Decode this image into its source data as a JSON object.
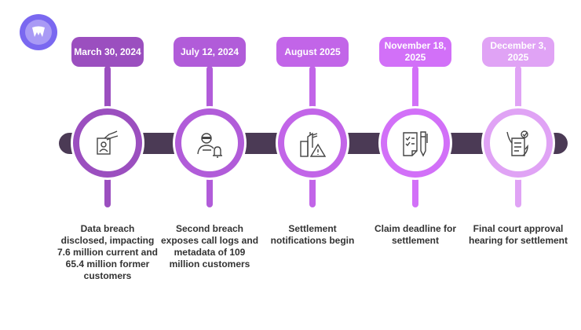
{
  "logo": {
    "icon": "tooth-icon"
  },
  "timeline": [
    {
      "date": "March 30, 2024",
      "description": "Data breach disclosed, impacting 7.6 million current and 65.4 million former customers",
      "color": "#9b4fbf",
      "icon": "id-card-hand-icon"
    },
    {
      "date": "July 12, 2024",
      "description": "Second breach exposes call logs and metadata of 109 million customers",
      "color": "#b15cd9",
      "icon": "hacker-bell-icon"
    },
    {
      "date": "August 2025",
      "description": "Settlement notifications begin",
      "color": "#c265e8",
      "icon": "building-warning-icon"
    },
    {
      "date": "November 18, 2025",
      "description": "Claim deadline for settlement",
      "color": "#d270f8",
      "icon": "checklist-pen-icon"
    },
    {
      "date": "December 3, 2025",
      "description": "Final court approval hearing for settlement",
      "color": "#e0a3f5",
      "icon": "document-approval-icon"
    }
  ],
  "bar_color": "#4b3a55"
}
